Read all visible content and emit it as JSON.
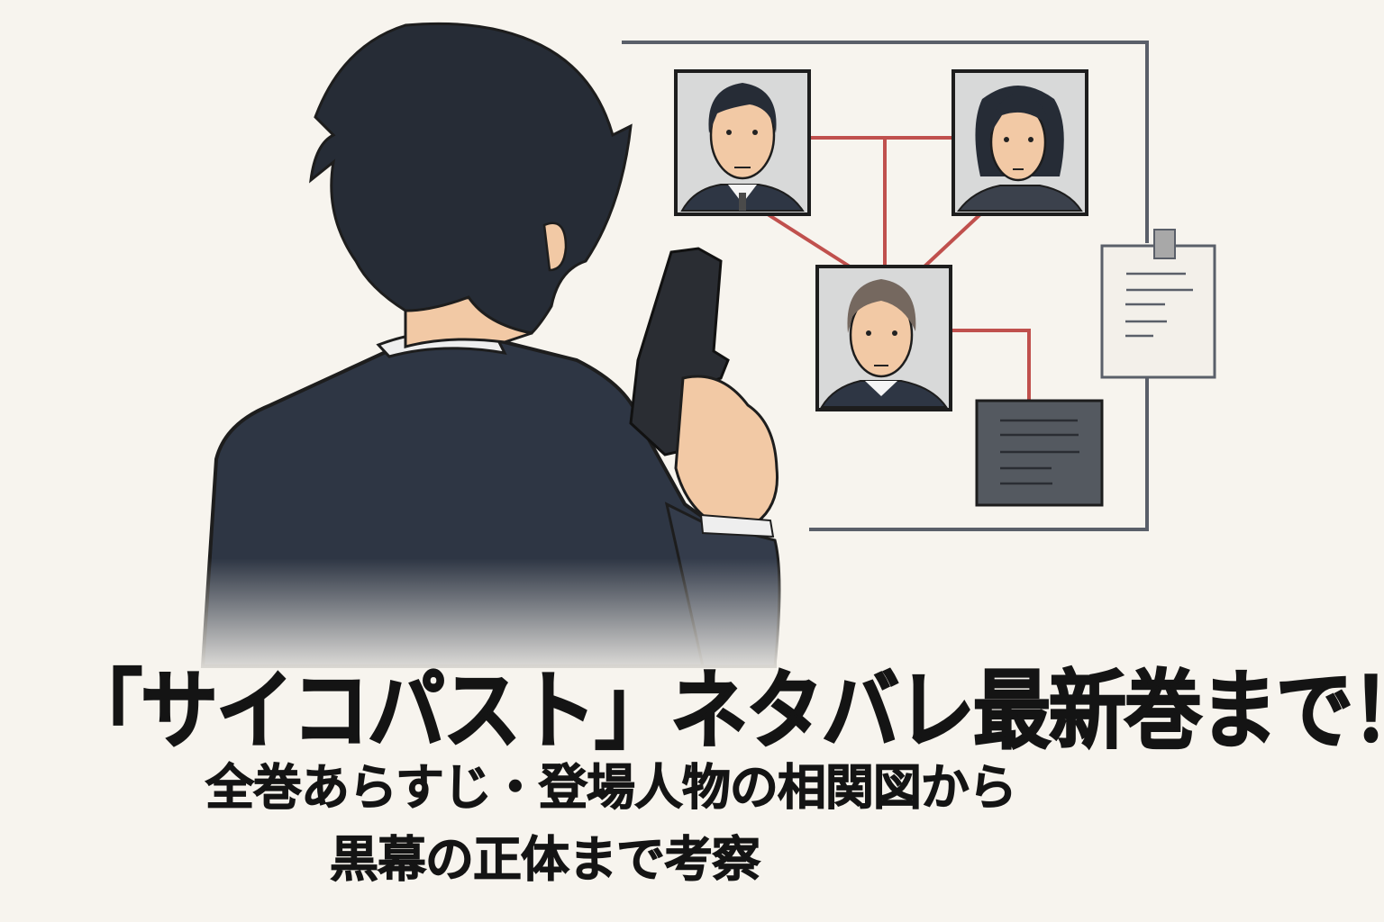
{
  "title": {
    "main": "「サイコパスト」ネタバレ最新巻まで！",
    "subtitle_line1": "全巻あらすじ・登場人物の相関図から",
    "subtitle_line2": "黒幕の正体まで考察"
  },
  "illustration": {
    "subject": "man-in-suit-holding-pistol-from-behind",
    "diagram": {
      "type": "character-relationship-chart",
      "portraits": [
        {
          "name": "portrait-man-short-hair",
          "position": "top-left"
        },
        {
          "name": "portrait-woman-bob-hair",
          "position": "top-right"
        },
        {
          "name": "portrait-man-brown-hair",
          "position": "center"
        }
      ],
      "documents": [
        {
          "name": "pinned-paper-note",
          "position": "right"
        },
        {
          "name": "dark-file-card",
          "position": "bottom-center"
        }
      ]
    }
  },
  "colors": {
    "background": "#f7f4ee",
    "suit": "#2e3644",
    "hair": "#262c36",
    "skin": "#f2c9a5",
    "link_line": "#c0504d",
    "frame_line": "#5a5f69",
    "text": "#141414"
  }
}
